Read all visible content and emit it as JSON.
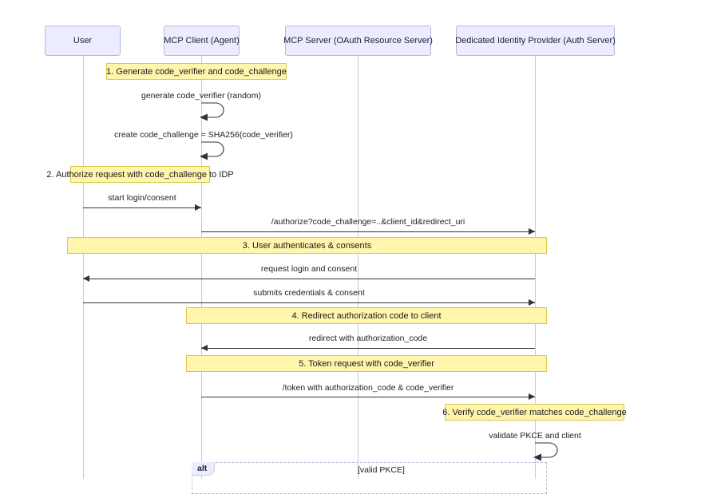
{
  "diagram": {
    "type": "sequence-diagram",
    "title": "",
    "background": "#ffffff",
    "colors": {
      "actor_fill": "#ECECFF",
      "actor_border": "#b6b6e8",
      "note_fill": "#FFF5AD",
      "note_border": "#d9c84a",
      "line": "#333333",
      "lifeline": "#c8c8e0"
    }
  },
  "participants": [
    {
      "id": "user",
      "label": "User"
    },
    {
      "id": "client",
      "label": "MCP Client (Agent)"
    },
    {
      "id": "server",
      "label": "MCP Server (OAuth Resource Server)"
    },
    {
      "id": "idp",
      "label": "Dedicated Identity Provider (Auth Server)"
    }
  ],
  "notes": [
    {
      "id": "note1",
      "label": "1. Generate code_verifier and code_challenge"
    },
    {
      "id": "note2",
      "label": "2. Authorize request with code_challenge to IDP"
    },
    {
      "id": "note3",
      "label": "3. User authenticates & consents"
    },
    {
      "id": "note4",
      "label": "4. Redirect authorization code to client"
    },
    {
      "id": "note5",
      "label": "5. Token request with code_verifier"
    },
    {
      "id": "note6",
      "label": "6. Verify code_verifier matches code_challenge"
    }
  ],
  "messages": [
    {
      "id": "m1",
      "label": "generate code_verifier (random)",
      "from": "client",
      "to": "client",
      "kind": "self"
    },
    {
      "id": "m2",
      "label": "create code_challenge = SHA256(code_verifier)",
      "from": "client",
      "to": "client",
      "kind": "self"
    },
    {
      "id": "m3",
      "label": "start login/consent",
      "from": "user",
      "to": "client",
      "kind": "sync",
      "direction": "right"
    },
    {
      "id": "m4",
      "label": "/authorize?code_challenge=..&client_id&redirect_uri",
      "from": "client",
      "to": "idp",
      "kind": "sync",
      "direction": "right"
    },
    {
      "id": "m5",
      "label": "request login and consent",
      "from": "idp",
      "to": "user",
      "kind": "sync",
      "direction": "left"
    },
    {
      "id": "m6",
      "label": "submits credentials & consent",
      "from": "user",
      "to": "idp",
      "kind": "sync",
      "direction": "right"
    },
    {
      "id": "m7",
      "label": "redirect with authorization_code",
      "from": "idp",
      "to": "client",
      "kind": "sync",
      "direction": "left"
    },
    {
      "id": "m8",
      "label": "/token with authorization_code & code_verifier",
      "from": "client",
      "to": "idp",
      "kind": "sync",
      "direction": "right"
    },
    {
      "id": "m9",
      "label": "validate PKCE and client",
      "from": "idp",
      "to": "idp",
      "kind": "self"
    }
  ],
  "fragments": [
    {
      "id": "alt1",
      "operator": "alt",
      "condition": "[valid PKCE]"
    }
  ]
}
